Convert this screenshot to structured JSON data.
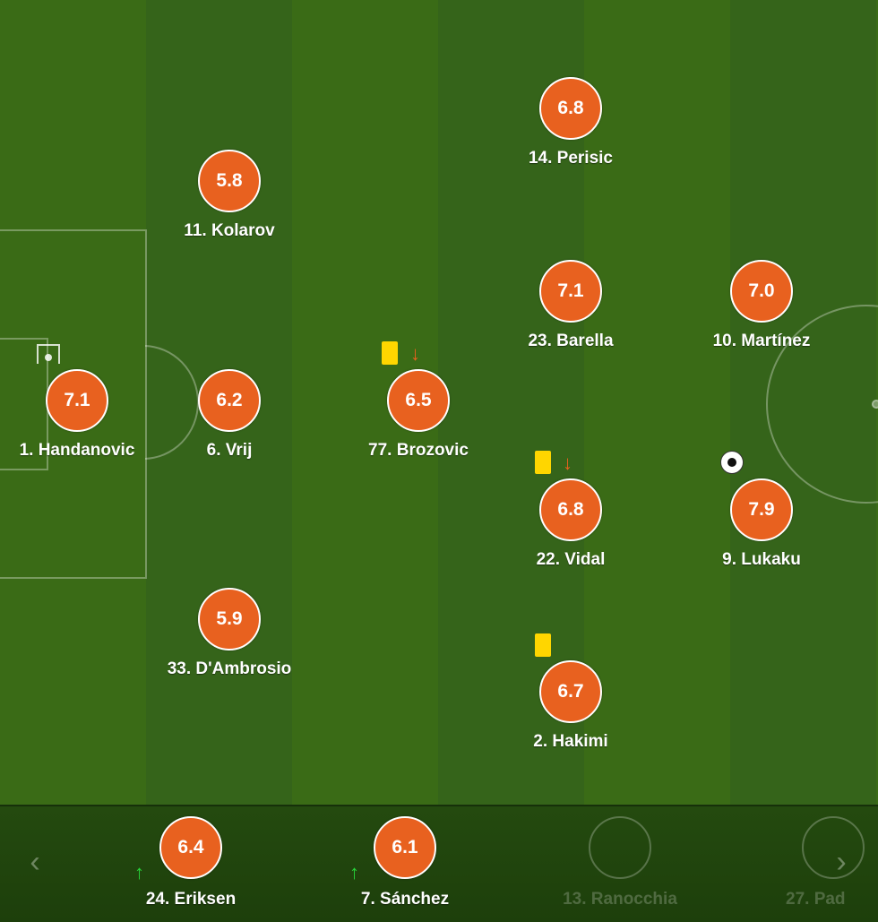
{
  "players": [
    {
      "id": "handanovic",
      "rating": "7.1",
      "name": "1. Handanovic"
    },
    {
      "id": "kolarov",
      "rating": "5.8",
      "name": "11. Kolarov"
    },
    {
      "id": "vrij",
      "rating": "6.2",
      "name": "6. Vrij"
    },
    {
      "id": "dambrosio",
      "rating": "5.9",
      "name": "33. D'Ambrosio"
    },
    {
      "id": "brozovic",
      "rating": "6.5",
      "name": "77. Brozovic"
    },
    {
      "id": "perisic",
      "rating": "6.8",
      "name": "14. Perisic"
    },
    {
      "id": "barella",
      "rating": "7.1",
      "name": "23. Barella"
    },
    {
      "id": "vidal",
      "rating": "6.8",
      "name": "22. Vidal"
    },
    {
      "id": "hakimi",
      "rating": "6.7",
      "name": "2. Hakimi"
    },
    {
      "id": "martinez",
      "rating": "7.0",
      "name": "10. Martínez"
    },
    {
      "id": "lukaku",
      "rating": "7.9",
      "name": "9. Lukaku"
    }
  ],
  "bench": [
    {
      "id": "eriksen",
      "rating": "6.4",
      "name": "24. Eriksen"
    },
    {
      "id": "sanchez",
      "rating": "6.1",
      "name": "7. Sánchez"
    },
    {
      "id": "ranocchia",
      "rating": "",
      "name": "13. Ranocchia"
    },
    {
      "id": "padelli",
      "rating": "",
      "name": "27. Pad"
    }
  ],
  "icons": {
    "yellow_card": "yellow-card-icon",
    "sub_off": "↓",
    "sub_on": "↑",
    "goal": "ball-icon",
    "goalkeeper": "goalkeeper-icon",
    "nav_prev": "‹",
    "nav_next": "›"
  },
  "colors": {
    "rating_bg": "#e8611f",
    "pitch": "#3a6b16",
    "yellow_card": "#ffd600",
    "sub_on": "#27d63a",
    "sub_off": "#e8611f"
  }
}
